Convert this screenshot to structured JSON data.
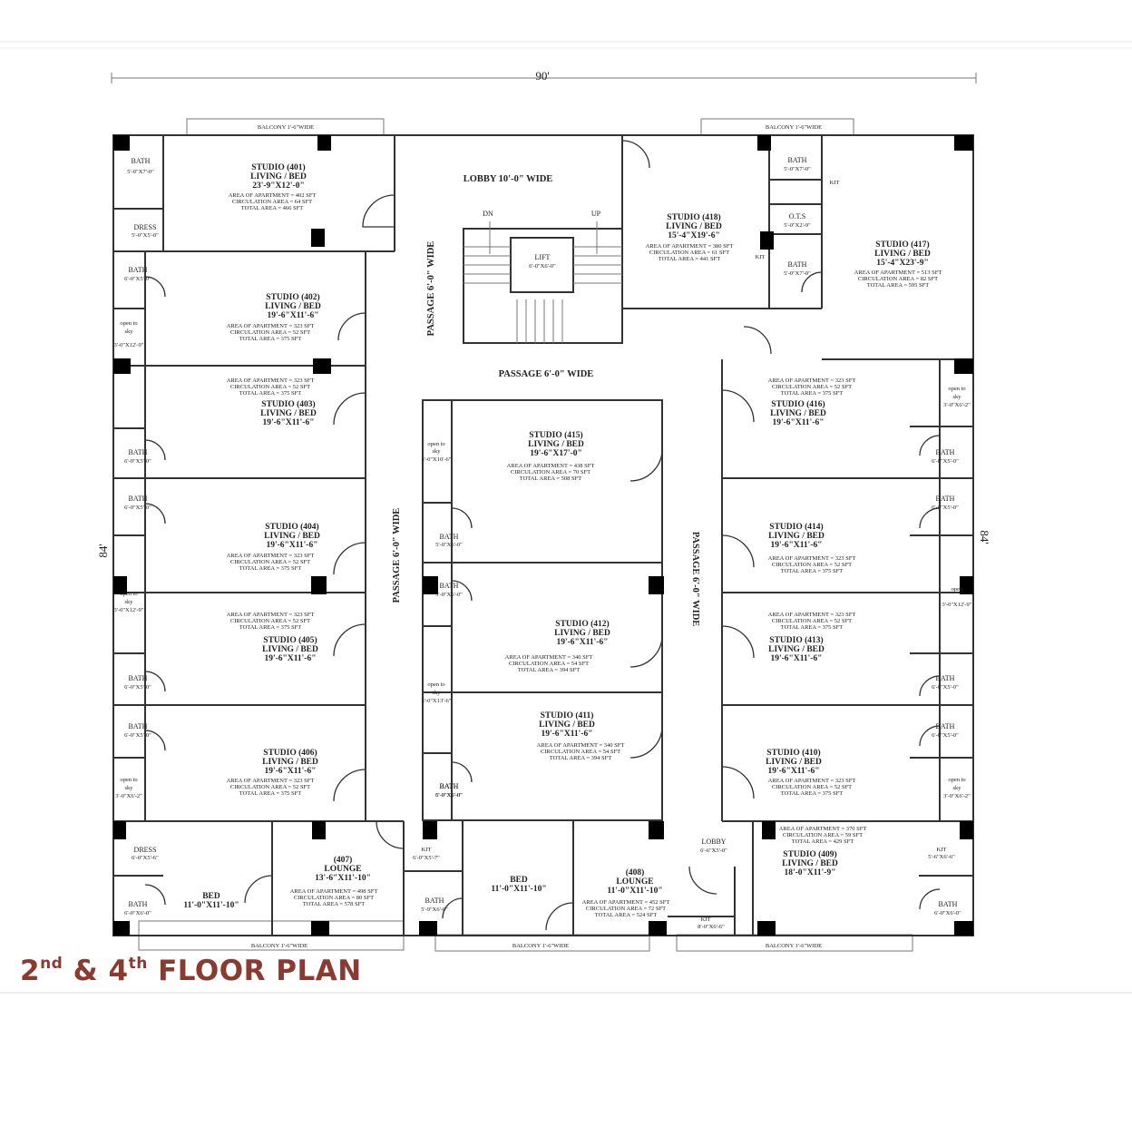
{
  "drawing": {
    "overall_width": "90'",
    "overall_height_left": "84'",
    "overall_height_right": "84'",
    "title": {
      "part1": "2",
      "sup1": "nd",
      "part2": " & 4",
      "sup2": "th",
      "part3": " FLOOR PLAN"
    },
    "colors": {
      "title": "#8b3a32",
      "lines": "#333333",
      "columns": "#000000"
    }
  },
  "labels": [
    {
      "t": "BALCONY 1'-6\"WIDE",
      "c": "rsmall"
    },
    {
      "t": "BALCONY 1'-6\"WIDE",
      "c": "rsmall"
    },
    {
      "t": "BALCONY 1'-6\"WIDE",
      "c": "rsmall"
    },
    {
      "t": "BALCONY 1'-6\"WIDE",
      "c": "rsmall"
    },
    {
      "t": "BALCONY 1'-6\"WIDE",
      "c": "rsmall"
    },
    {
      "t": "LOBBY 10'-0\" WIDE",
      "c": "plabel"
    },
    {
      "t": "PASSAGE 6'-0\" WIDE",
      "c": "plabel"
    },
    {
      "t": "DN",
      "c": "rlabel"
    },
    {
      "t": "UP",
      "c": "rlabel"
    },
    {
      "t": "LIFT",
      "c": "rlabel"
    },
    {
      "t": "6'-0\"X6'-0\"",
      "c": "rsmall"
    },
    {
      "t": "BATH",
      "c": "rlabel"
    },
    {
      "t": "5'-0\"X7'-0\"",
      "c": "rsmall"
    },
    {
      "t": "DRESS",
      "c": "rlabel"
    },
    {
      "t": "5'-0\"X5'-0\"",
      "c": "rsmall"
    },
    {
      "t": "STUDIO (401)",
      "c": "rtitle"
    },
    {
      "t": "LIVING / BED",
      "c": "rtitle"
    },
    {
      "t": "23'-9\"X12'-0\"",
      "c": "rtitle"
    },
    {
      "t": "AREA OF APARTMENT = 402 SFT",
      "c": "rsmall"
    },
    {
      "t": "CIRCULATION AREA    = 64 SFT",
      "c": "rsmall"
    },
    {
      "t": "TOTAL AREA     = 466 SFT",
      "c": "rsmall"
    },
    {
      "t": "STUDIO (418)",
      "c": "rtitle"
    },
    {
      "t": "LIVING / BED",
      "c": "rtitle"
    },
    {
      "t": "15'-4\"X19'-6\"",
      "c": "rtitle"
    },
    {
      "t": "AREA OF APARTMENT = 380 SFT",
      "c": "rsmall"
    },
    {
      "t": "CIRCULATION AREA    = 61 SFT",
      "c": "rsmall"
    },
    {
      "t": "TOTAL AREA     = 441 SFT",
      "c": "rsmall"
    },
    {
      "t": "KIT",
      "c": "rsmall"
    },
    {
      "t": "BATH",
      "c": "rlabel"
    },
    {
      "t": "5'-0\"X7'-0\"",
      "c": "rsmall"
    },
    {
      "t": "O.T.S",
      "c": "rlabel"
    },
    {
      "t": "5'-0\"X2'-9\"",
      "c": "rsmall"
    },
    {
      "t": "BATH",
      "c": "rlabel"
    },
    {
      "t": "5'-0\"X7'-0\"",
      "c": "rsmall"
    },
    {
      "t": "KIT",
      "c": "rsmall"
    },
    {
      "t": "STUDIO (417)",
      "c": "rtitle"
    },
    {
      "t": "LIVING / BED",
      "c": "rtitle"
    },
    {
      "t": "15'-4\"X23'-9\"",
      "c": "rtitle"
    },
    {
      "t": "AREA OF APARTMENT = 513 SFT",
      "c": "rsmall"
    },
    {
      "t": "CIRCULATION AREA    = 82 SFT",
      "c": "rsmall"
    },
    {
      "t": "TOTAL AREA     = 595 SFT",
      "c": "rsmall"
    },
    {
      "t": "BATH",
      "c": "rlabel"
    },
    {
      "t": "6'-0\"X5'-0\"",
      "c": "rsmall"
    },
    {
      "t": "STUDIO (402)",
      "c": "rtitle"
    },
    {
      "t": "LIVING / BED",
      "c": "rtitle"
    },
    {
      "t": "19'-6\"X11'-6\"",
      "c": "rtitle"
    },
    {
      "t": "AREA OF APARTMENT = 323 SFT",
      "c": "rsmall"
    },
    {
      "t": "CIRCULATION AREA    = 52 SFT",
      "c": "rsmall"
    },
    {
      "t": "TOTAL AREA     = 375 SFT",
      "c": "rsmall"
    },
    {
      "t": "open to",
      "c": "rsmall"
    },
    {
      "t": "sky",
      "c": "rsmall"
    },
    {
      "t": "3'-0\"X12'-9\"",
      "c": "rsmall"
    },
    {
      "t": "PASSAGE 6'-0\" WIDE",
      "c": "plabel"
    },
    {
      "t": "AREA OF APARTMENT = 323 SFT",
      "c": "rsmall"
    },
    {
      "t": "CIRCULATION AREA    = 52 SFT",
      "c": "rsmall"
    },
    {
      "t": "TOTAL AREA     = 375 SFT",
      "c": "rsmall"
    },
    {
      "t": "STUDIO (403)",
      "c": "rtitle"
    },
    {
      "t": "LIVING / BED",
      "c": "rtitle"
    },
    {
      "t": "19'-6\"X11'-6\"",
      "c": "rtitle"
    },
    {
      "t": "BATH",
      "c": "rlabel"
    },
    {
      "t": "6'-0\"X5'-0\"",
      "c": "rsmall"
    },
    {
      "t": "AREA OF APARTMENT = 323 SFT",
      "c": "rsmall"
    },
    {
      "t": "CIRCULATION AREA    = 52 SFT",
      "c": "rsmall"
    },
    {
      "t": "TOTAL AREA     = 375 SFT",
      "c": "rsmall"
    },
    {
      "t": "STUDIO (416)",
      "c": "rtitle"
    },
    {
      "t": "LIVING / BED",
      "c": "rtitle"
    },
    {
      "t": "19'-6\"X11'-6\"",
      "c": "rtitle"
    },
    {
      "t": "open to",
      "c": "rsmall"
    },
    {
      "t": "sky",
      "c": "rsmall"
    },
    {
      "t": "3'-0\"X6'-2\"",
      "c": "rsmall"
    },
    {
      "t": "BATH",
      "c": "rlabel"
    },
    {
      "t": "6'-0\"X5'-0\"",
      "c": "rsmall"
    },
    {
      "t": "open to",
      "c": "rsmall"
    },
    {
      "t": "sky",
      "c": "rsmall"
    },
    {
      "t": "3'-0\"X10'-6\"",
      "c": "rsmall"
    },
    {
      "t": "STUDIO (415)",
      "c": "rtitle"
    },
    {
      "t": "LIVING / BED",
      "c": "rtitle"
    },
    {
      "t": "19'-6\"X17'-0\"",
      "c": "rtitle"
    },
    {
      "t": "AREA OF APARTMENT = 438 SFT",
      "c": "rsmall"
    },
    {
      "t": "CIRCULATION AREA    = 70 SFT",
      "c": "rsmall"
    },
    {
      "t": "TOTAL AREA     = 508 SFT",
      "c": "rsmall"
    },
    {
      "t": "BATH",
      "c": "rlabel"
    },
    {
      "t": "6'-0\"X5'-0\"",
      "c": "rsmall"
    },
    {
      "t": "BATH",
      "c": "rlabel"
    },
    {
      "t": "6'-0\"X5'-0\"",
      "c": "rsmall"
    },
    {
      "t": "STUDIO (404)",
      "c": "rtitle"
    },
    {
      "t": "LIVING / BED",
      "c": "rtitle"
    },
    {
      "t": "19'-6\"X11'-6\"",
      "c": "rtitle"
    },
    {
      "t": "AREA OF APARTMENT = 323 SFT",
      "c": "rsmall"
    },
    {
      "t": "CIRCULATION AREA    = 52 SFT",
      "c": "rsmall"
    },
    {
      "t": "TOTAL AREA     = 375 SFT",
      "c": "rsmall"
    },
    {
      "t": "BATH",
      "c": "rlabel"
    },
    {
      "t": "5'-0\"X6'-0\"",
      "c": "rsmall"
    },
    {
      "t": "PASSAGE 6'-0\" WIDE",
      "c": "plabel"
    },
    {
      "t": "PASSAGE 6'-0\" WIDE",
      "c": "plabel"
    },
    {
      "t": "STUDIO (414)",
      "c": "rtitle"
    },
    {
      "t": "LIVING / BED",
      "c": "rtitle"
    },
    {
      "t": "19'-6\"X11'-6\"",
      "c": "rtitle"
    },
    {
      "t": "AREA OF APARTMENT = 323 SFT",
      "c": "rsmall"
    },
    {
      "t": "CIRCULATION AREA    = 52 SFT",
      "c": "rsmall"
    },
    {
      "t": "TOTAL AREA     = 375 SFT",
      "c": "rsmall"
    },
    {
      "t": "open to",
      "c": "rsmall"
    },
    {
      "t": "sky",
      "c": "rsmall"
    },
    {
      "t": "3'-0\"X12'-9\"",
      "c": "rsmall"
    },
    {
      "t": "BATH",
      "c": "rlabel"
    },
    {
      "t": "5'-0\"X6'-0\"",
      "c": "rsmall"
    },
    {
      "t": "STUDIO (412)",
      "c": "rtitle"
    },
    {
      "t": "LIVING / BED",
      "c": "rtitle"
    },
    {
      "t": "19'-6\"X11'-6\"",
      "c": "rtitle"
    },
    {
      "t": "AREA OF APARTMENT = 340 SFT",
      "c": "rsmall"
    },
    {
      "t": "CIRCULATION AREA    = 54 SFT",
      "c": "rsmall"
    },
    {
      "t": "TOTAL AREA     = 394 SFT",
      "c": "rsmall"
    },
    {
      "t": "open",
      "c": "rsmall"
    },
    {
      "t": "3'-0\"X12'-9\"",
      "c": "rsmall"
    },
    {
      "t": "AREA OF APARTMENT = 323 SFT",
      "c": "rsmall"
    },
    {
      "t": "CIRCULATION AREA    = 52 SFT",
      "c": "rsmall"
    },
    {
      "t": "TOTAL AREA     = 375 SFT",
      "c": "rsmall"
    },
    {
      "t": "STUDIO (405)",
      "c": "rtitle"
    },
    {
      "t": "LIVING / BED",
      "c": "rtitle"
    },
    {
      "t": "19'-6\"X11'-6\"",
      "c": "rtitle"
    },
    {
      "t": "AREA OF APARTMENT = 323 SFT",
      "c": "rsmall"
    },
    {
      "t": "CIRCULATION AREA    = 52 SFT",
      "c": "rsmall"
    },
    {
      "t": "TOTAL AREA     = 375 SFT",
      "c": "rsmall"
    },
    {
      "t": "STUDIO (413)",
      "c": "rtitle"
    },
    {
      "t": "LIVING / BED",
      "c": "rtitle"
    },
    {
      "t": "19'-6\"X11'-6\"",
      "c": "rtitle"
    },
    {
      "t": "BATH",
      "c": "rlabel"
    },
    {
      "t": "6'-0\"X5'-0\"",
      "c": "rsmall"
    },
    {
      "t": "BATH",
      "c": "rlabel"
    },
    {
      "t": "6'-0\"X5'-0\"",
      "c": "rsmall"
    },
    {
      "t": "open to",
      "c": "rsmall"
    },
    {
      "t": "sky",
      "c": "rsmall"
    },
    {
      "t": "3'-0\"X13'-6\"",
      "c": "rsmall"
    },
    {
      "t": "BATH",
      "c": "rlabel"
    },
    {
      "t": "6'-0\"X5'-0\"",
      "c": "rsmall"
    },
    {
      "t": "STUDIO (411)",
      "c": "rtitle"
    },
    {
      "t": "LIVING / BED",
      "c": "rtitle"
    },
    {
      "t": "19'-6\"X11'-6\"",
      "c": "rtitle"
    },
    {
      "t": "AREA OF APARTMENT = 340 SFT",
      "c": "rsmall"
    },
    {
      "t": "CIRCULATION AREA    = 54 SFT",
      "c": "rsmall"
    },
    {
      "t": "TOTAL AREA     = 394 SFT",
      "c": "rsmall"
    },
    {
      "t": "BATH",
      "c": "rlabel"
    },
    {
      "t": "6'-0\"X5'-0\"",
      "c": "rsmall"
    },
    {
      "t": "STUDIO (406)",
      "c": "rtitle"
    },
    {
      "t": "LIVING / BED",
      "c": "rtitle"
    },
    {
      "t": "19'-6\"X11'-6\"",
      "c": "rtitle"
    },
    {
      "t": "AREA OF APARTMENT = 323 SFT",
      "c": "rsmall"
    },
    {
      "t": "CIRCULATION AREA    = 52 SFT",
      "c": "rsmall"
    },
    {
      "t": "TOTAL AREA     = 375 SFT",
      "c": "rsmall"
    },
    {
      "t": "open to",
      "c": "rsmall"
    },
    {
      "t": "sky",
      "c": "rsmall"
    },
    {
      "t": "3'-0\"X6'-2\"",
      "c": "rsmall"
    },
    {
      "t": "BATH",
      "c": "rlabel"
    },
    {
      "t": "5'-0\"X6'-0\"",
      "c": "rsmall"
    },
    {
      "t": "STUDIO (410)",
      "c": "rtitle"
    },
    {
      "t": "LIVING / BED",
      "c": "rtitle"
    },
    {
      "t": "19'-6\"X11'-6\"",
      "c": "rtitle"
    },
    {
      "t": "AREA OF APARTMENT = 323 SFT",
      "c": "rsmall"
    },
    {
      "t": "CIRCULATION AREA    = 52 SFT",
      "c": "rsmall"
    },
    {
      "t": "TOTAL AREA     = 375 SFT",
      "c": "rsmall"
    },
    {
      "t": "BATH",
      "c": "rlabel"
    },
    {
      "t": "6'-0\"X5'-0\"",
      "c": "rsmall"
    },
    {
      "t": "open to",
      "c": "rsmall"
    },
    {
      "t": "sky",
      "c": "rsmall"
    },
    {
      "t": "3'-0\"X6'-2\"",
      "c": "rsmall"
    },
    {
      "t": "DRESS",
      "c": "rlabel"
    },
    {
      "t": "6'-0\"X5'-6\"",
      "c": "rsmall"
    },
    {
      "t": "BATH",
      "c": "rlabel"
    },
    {
      "t": "6'-0\"X6'-0\"",
      "c": "rsmall"
    },
    {
      "t": "BED",
      "c": "rtitle"
    },
    {
      "t": "11'-0\"X11'-10\"",
      "c": "rtitle"
    },
    {
      "t": "(407)",
      "c": "rtitle"
    },
    {
      "t": "LOUNGE",
      "c": "rtitle"
    },
    {
      "t": "13'-6\"X11'-10\"",
      "c": "rtitle"
    },
    {
      "t": "AREA OF APARTMENT = 498 SFT",
      "c": "rsmall"
    },
    {
      "t": "CIRCULATION AREA    = 80 SFT",
      "c": "rsmall"
    },
    {
      "t": "TOTAL AREA     = 578 SFT",
      "c": "rsmall"
    },
    {
      "t": "KIT",
      "c": "rsmall"
    },
    {
      "t": "6'-0\"X5'-7\"",
      "c": "rsmall"
    },
    {
      "t": "BATH",
      "c": "rlabel"
    },
    {
      "t": "5'-9\"X6'-0\"",
      "c": "rsmall"
    },
    {
      "t": "BED",
      "c": "rtitle"
    },
    {
      "t": "11'-0\"X11'-10\"",
      "c": "rtitle"
    },
    {
      "t": "(408)",
      "c": "rtitle"
    },
    {
      "t": "LOUNGE",
      "c": "rtitle"
    },
    {
      "t": "11'-0\"X11'-10\"",
      "c": "rtitle"
    },
    {
      "t": "AREA OF APARTMENT = 452 SFT",
      "c": "rsmall"
    },
    {
      "t": "CIRCULATION AREA    = 72 SFT",
      "c": "rsmall"
    },
    {
      "t": "TOTAL AREA     = 524 SFT",
      "c": "rsmall"
    },
    {
      "t": "LOBBY",
      "c": "rlabel"
    },
    {
      "t": "6'-6\"X5'-0\"",
      "c": "rsmall"
    },
    {
      "t": "KIT",
      "c": "rsmall"
    },
    {
      "t": "8'-0\"X6'-6\"",
      "c": "rsmall"
    },
    {
      "t": "AREA OF APARTMENT = 370 SFT",
      "c": "rsmall"
    },
    {
      "t": "CIRCULATION AREA    = 59 SFT",
      "c": "rsmall"
    },
    {
      "t": "TOTAL AREA     = 429 SFT",
      "c": "rsmall"
    },
    {
      "t": "STUDIO (409)",
      "c": "rtitle"
    },
    {
      "t": "LIVING / BED",
      "c": "rtitle"
    },
    {
      "t": "18'-0\"X11'-9\"",
      "c": "rtitle"
    },
    {
      "t": "KIT",
      "c": "rsmall"
    },
    {
      "t": "5'-6\"X6'-6\"",
      "c": "rsmall"
    },
    {
      "t": "BATH",
      "c": "rlabel"
    },
    {
      "t": "6'-0\"X6'-0\"",
      "c": "rsmall"
    }
  ]
}
